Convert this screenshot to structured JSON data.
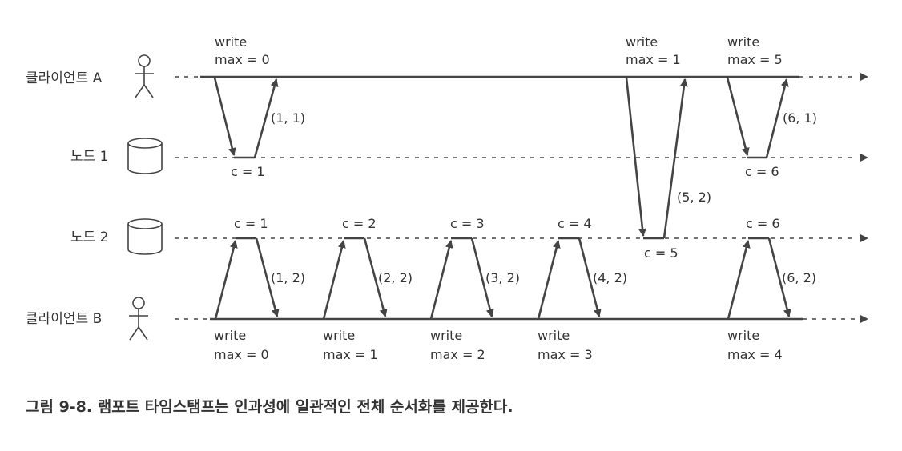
{
  "figure": {
    "lanes": [
      {
        "id": "client-a",
        "label": "클라이언트 A",
        "kind": "person"
      },
      {
        "id": "node-1",
        "label": "노드 1",
        "kind": "database"
      },
      {
        "id": "node-2",
        "label": "노드 2",
        "kind": "database"
      },
      {
        "id": "client-b",
        "label": "클라이언트 B",
        "kind": "person"
      }
    ],
    "client_writes": [
      {
        "lane": "client-a",
        "line1": "write",
        "line2": "max = 0"
      },
      {
        "lane": "client-a",
        "line1": "write",
        "line2": "max = 1"
      },
      {
        "lane": "client-a",
        "line1": "write",
        "line2": "max = 5"
      },
      {
        "lane": "client-b",
        "line1": "write",
        "line2": "max = 0"
      },
      {
        "lane": "client-b",
        "line1": "write",
        "line2": "max = 1"
      },
      {
        "lane": "client-b",
        "line1": "write",
        "line2": "max = 2"
      },
      {
        "lane": "client-b",
        "line1": "write",
        "line2": "max = 3"
      },
      {
        "lane": "client-b",
        "line1": "write",
        "line2": "max = 4"
      }
    ],
    "node_counters": [
      {
        "lane": "node-1",
        "text": "c = 1"
      },
      {
        "lane": "node-1",
        "text": "c = 6"
      },
      {
        "lane": "node-2",
        "text": "c = 1"
      },
      {
        "lane": "node-2",
        "text": "c = 2"
      },
      {
        "lane": "node-2",
        "text": "c = 3"
      },
      {
        "lane": "node-2",
        "text": "c = 4"
      },
      {
        "lane": "node-2",
        "text": "c = 5"
      },
      {
        "lane": "node-2",
        "text": "c = 6"
      }
    ],
    "timestamps": [
      {
        "from": "node-1",
        "to": "client-a",
        "text": "(1, 1)"
      },
      {
        "from": "node-2",
        "to": "client-a",
        "text": "(5, 2)"
      },
      {
        "from": "node-1",
        "to": "client-a",
        "text": "(6, 1)"
      },
      {
        "from": "node-2",
        "to": "client-b",
        "text": "(1, 2)"
      },
      {
        "from": "node-2",
        "to": "client-b",
        "text": "(2, 2)"
      },
      {
        "from": "node-2",
        "to": "client-b",
        "text": "(3, 2)"
      },
      {
        "from": "node-2",
        "to": "client-b",
        "text": "(4, 2)"
      },
      {
        "from": "node-2",
        "to": "client-b",
        "text": "(6, 2)"
      }
    ],
    "caption": "그림 9-8. 램포트 타임스탬프는 인과성에 일관적인 전체 순서화를 제공한다."
  }
}
